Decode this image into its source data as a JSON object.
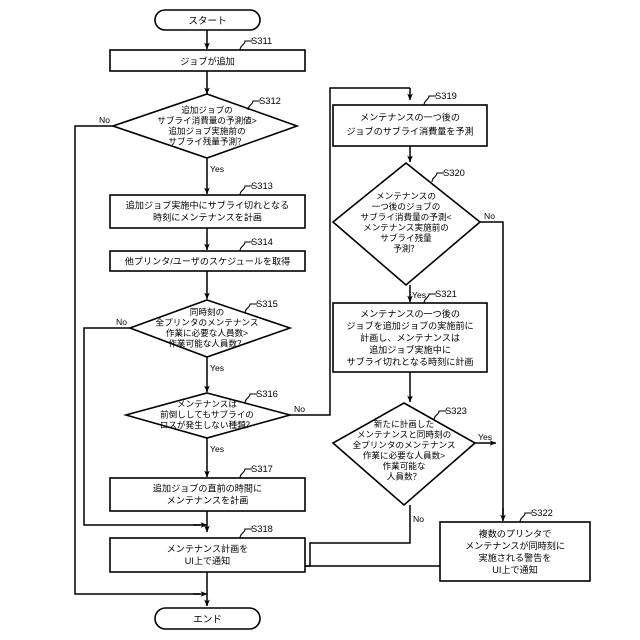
{
  "diagram": {
    "type": "flowchart",
    "title": "",
    "language": "ja",
    "start_label": "スタート",
    "end_label": "エンド",
    "yes_label": "Yes",
    "no_label": "No",
    "nodes": [
      {
        "id": "start",
        "kind": "terminator",
        "step": "",
        "lines": [
          "スタート"
        ]
      },
      {
        "id": "s311",
        "kind": "process",
        "step": "S311",
        "lines": [
          "ジョブが追加"
        ]
      },
      {
        "id": "s312",
        "kind": "decision",
        "step": "S312",
        "lines": [
          "追加ジョブの",
          "サブライ消費量の予測値>",
          "追加ジョブ実施前の",
          "サブライ残量予測？"
        ]
      },
      {
        "id": "s313",
        "kind": "process",
        "step": "S313",
        "lines": [
          "追加ジョブ実施中にサブライ切れとなる",
          "時刻にメンテナンスを計画"
        ]
      },
      {
        "id": "s314",
        "kind": "process",
        "step": "S314",
        "lines": [
          "他プリンタ/ユーザのスケジュールを取得"
        ]
      },
      {
        "id": "s315",
        "kind": "decision",
        "step": "S315",
        "lines": [
          "同時刻の",
          "全プリンタのメンテナンス",
          "作業に必要な人員数>",
          "作業可能な人員数？"
        ]
      },
      {
        "id": "s316",
        "kind": "decision",
        "step": "S316",
        "lines": [
          "メンテナンスは",
          "前倒ししてもサブライの",
          "ロスが発生しない種類？"
        ]
      },
      {
        "id": "s317",
        "kind": "process",
        "step": "S317",
        "lines": [
          "追加ジョブの直前の時間に",
          "メンテナンスを計画"
        ]
      },
      {
        "id": "s318",
        "kind": "process",
        "step": "S318",
        "lines": [
          "メンテナンス計画を",
          "UI上で通知"
        ]
      },
      {
        "id": "s319",
        "kind": "process",
        "step": "S319",
        "lines": [
          "メンテナンスの一つ後の",
          "ジョブのサブライ消費量を予測"
        ]
      },
      {
        "id": "s320",
        "kind": "decision",
        "step": "S320",
        "lines": [
          "メンテナンスの",
          "一つ後のジョブの",
          "サブライ消費量の予測<",
          "メンテナンス実施前の",
          "サブライ残量",
          "予測？"
        ]
      },
      {
        "id": "s321",
        "kind": "process",
        "step": "S321",
        "lines": [
          "メンテナンスの一つ後の",
          "ジョブを追加ジョブの実施前に",
          "計画し、メンテナンスは",
          "追加ジョブ実施中に",
          "サブライ切れとなる時刻に計画"
        ]
      },
      {
        "id": "s323",
        "kind": "decision",
        "step": "S323",
        "lines": [
          "新たに計画した",
          "メンテナンスと同時刻の",
          "全プリンタのメンテナンス",
          "作業に必要な人員数>",
          "作業可能な",
          "人員数？"
        ]
      },
      {
        "id": "s322",
        "kind": "process",
        "step": "S322",
        "lines": [
          "複数のプリンタで",
          "メンテナンスが同時刻に",
          "実施される警告を",
          "UI上で通知"
        ]
      },
      {
        "id": "end",
        "kind": "terminator",
        "step": "",
        "lines": [
          "エンド"
        ]
      }
    ],
    "edge_labels": {
      "s312_no": "No",
      "s312_yes": "Yes",
      "s315_no": "No",
      "s315_yes": "Yes",
      "s316_no": "No",
      "s316_yes": "Yes",
      "s320_no": "No",
      "s320_yes": "Yes",
      "s323_no": "No",
      "s323_yes": "Yes"
    },
    "colors": {
      "stroke": "#000000",
      "fill": "#ffffff",
      "background": "#ffffff"
    }
  }
}
